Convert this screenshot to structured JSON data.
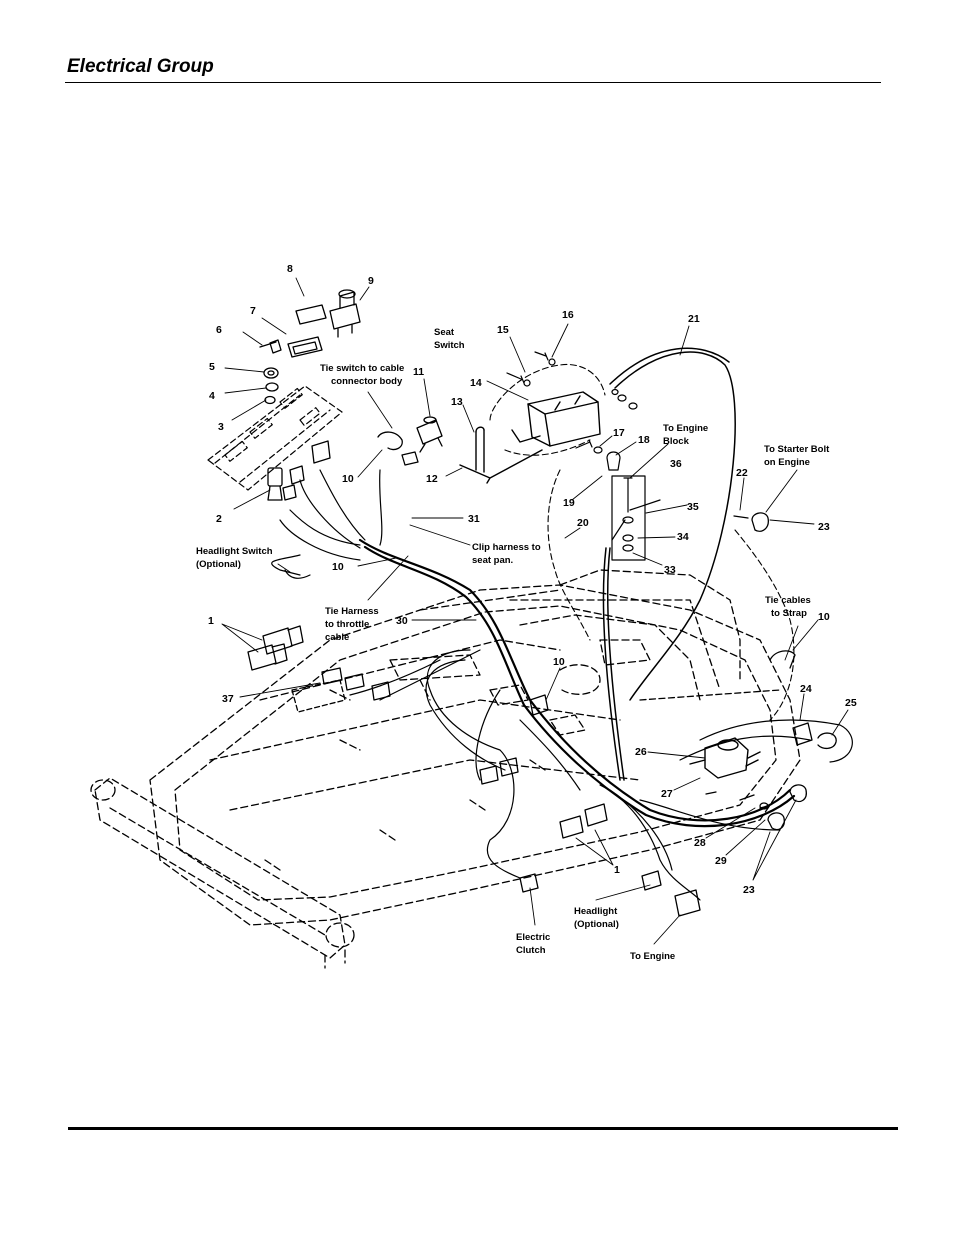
{
  "header": {
    "title": "Electrical Group"
  },
  "callouts": [
    {
      "id": "c8",
      "text": "8"
    },
    {
      "id": "c9",
      "text": "9"
    },
    {
      "id": "c7",
      "text": "7"
    },
    {
      "id": "c6",
      "text": "6"
    },
    {
      "id": "c5",
      "text": "5"
    },
    {
      "id": "c4",
      "text": "4"
    },
    {
      "id": "c3",
      "text": "3"
    },
    {
      "id": "c2",
      "text": "2"
    },
    {
      "id": "c11",
      "text": "11"
    },
    {
      "id": "c10a",
      "text": "10"
    },
    {
      "id": "c10b",
      "text": "10"
    },
    {
      "id": "c10c",
      "text": "10"
    },
    {
      "id": "c10d",
      "text": "10"
    },
    {
      "id": "c13",
      "text": "13"
    },
    {
      "id": "c12",
      "text": "12"
    },
    {
      "id": "c14",
      "text": "14"
    },
    {
      "id": "c15",
      "text": "15"
    },
    {
      "id": "c16",
      "text": "16"
    },
    {
      "id": "c17",
      "text": "17"
    },
    {
      "id": "c18",
      "text": "18"
    },
    {
      "id": "c19",
      "text": "19"
    },
    {
      "id": "c20",
      "text": "20"
    },
    {
      "id": "c21",
      "text": "21"
    },
    {
      "id": "c22",
      "text": "22"
    },
    {
      "id": "c23a",
      "text": "23"
    },
    {
      "id": "c23b",
      "text": "23"
    },
    {
      "id": "c24",
      "text": "24"
    },
    {
      "id": "c25",
      "text": "25"
    },
    {
      "id": "c26",
      "text": "26"
    },
    {
      "id": "c27",
      "text": "27"
    },
    {
      "id": "c28",
      "text": "28"
    },
    {
      "id": "c29",
      "text": "29"
    },
    {
      "id": "c30",
      "text": "30"
    },
    {
      "id": "c31",
      "text": "31"
    },
    {
      "id": "c33",
      "text": "33"
    },
    {
      "id": "c34",
      "text": "34"
    },
    {
      "id": "c35",
      "text": "35"
    },
    {
      "id": "c36",
      "text": "36"
    },
    {
      "id": "c37",
      "text": "37"
    },
    {
      "id": "c1a",
      "text": "1"
    },
    {
      "id": "c1b",
      "text": "1"
    }
  ],
  "labels": {
    "seat_switch": [
      "Seat",
      "Switch"
    ],
    "tie_switch": [
      "Tie switch to cable",
      "connector body"
    ],
    "to_engine_block": [
      "To Engine",
      "Block"
    ],
    "to_starter_bolt": [
      "To Starter Bolt",
      "on Engine"
    ],
    "headlight_switch": [
      "Headlight Switch",
      "(Optional)"
    ],
    "clip_harness": [
      "Clip harness to",
      "seat pan."
    ],
    "tie_harness": [
      "Tie Harness",
      "to throttle",
      "cable"
    ],
    "tie_cables": [
      "Tie cables",
      "to Strap"
    ],
    "headlight": [
      "Headlight",
      "(Optional)"
    ],
    "electric_clutch": [
      "Electric",
      "Clutch"
    ],
    "to_engine": [
      "To Engine"
    ]
  }
}
